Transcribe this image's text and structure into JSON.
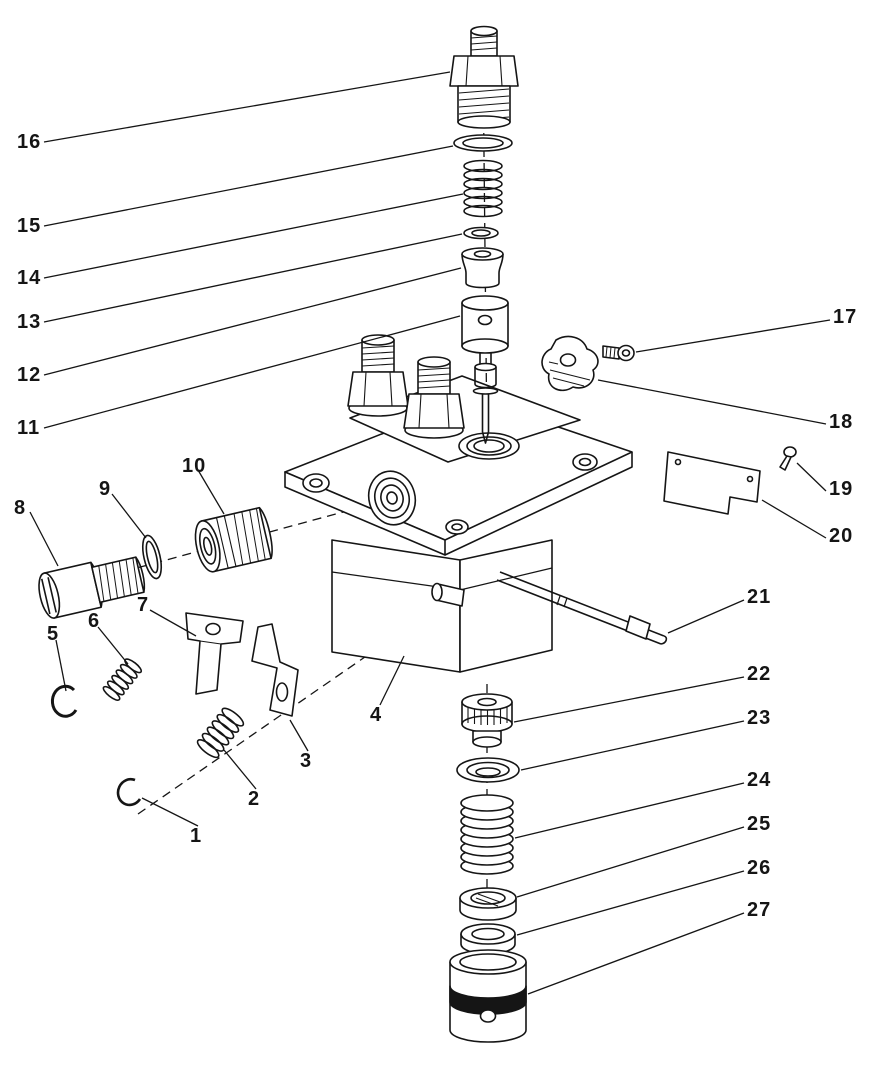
{
  "figure": {
    "kind": "exploded-parts-diagram",
    "background_color": "#ffffff",
    "line_color": "#151515",
    "callouts": [
      {
        "text": "1"
      },
      {
        "text": "2"
      },
      {
        "text": "3"
      },
      {
        "text": "4"
      },
      {
        "text": "5"
      },
      {
        "text": "6"
      },
      {
        "text": "7"
      },
      {
        "text": "8"
      },
      {
        "text": "9"
      },
      {
        "text": "10"
      },
      {
        "text": "11"
      },
      {
        "text": "12"
      },
      {
        "text": "13"
      },
      {
        "text": "14"
      },
      {
        "text": "15"
      },
      {
        "text": "16"
      },
      {
        "text": "17"
      },
      {
        "text": "18"
      },
      {
        "text": "19"
      },
      {
        "text": "20"
      },
      {
        "text": "21"
      },
      {
        "text": "22"
      },
      {
        "text": "23"
      },
      {
        "text": "24"
      },
      {
        "text": "25"
      },
      {
        "text": "26"
      },
      {
        "text": "27"
      }
    ]
  }
}
